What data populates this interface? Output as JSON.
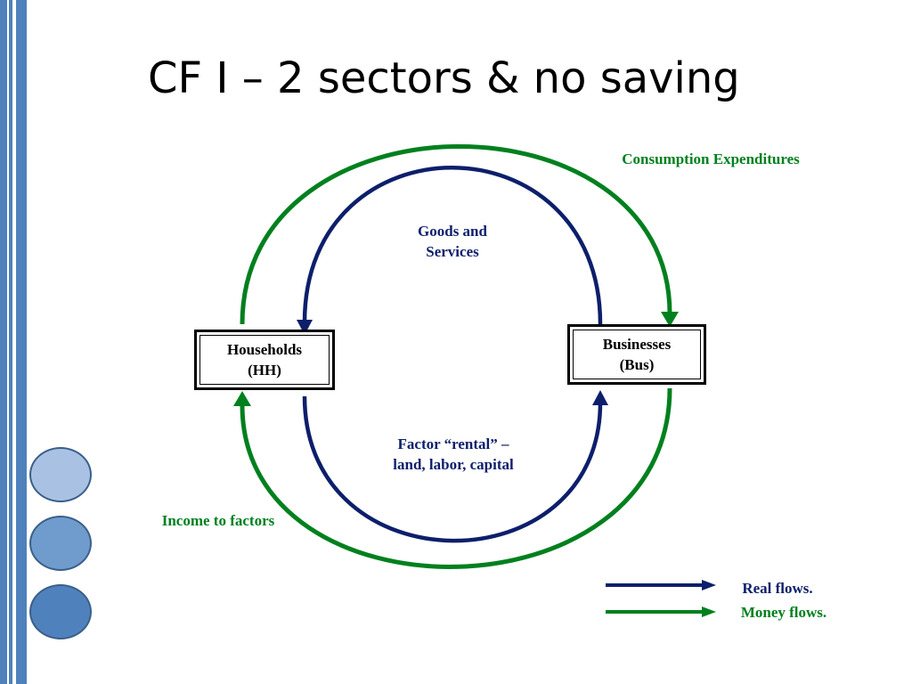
{
  "slide": {
    "title": "CF I – 2 sectors & no saving"
  },
  "diagram": {
    "households": {
      "line1": "Households",
      "line2": "(HH)"
    },
    "businesses": {
      "line1": "Businesses",
      "line2": "(Bus)"
    },
    "labels": {
      "consumption": "Consumption Expenditures",
      "goods_line1": "Goods and",
      "goods_line2": "Services",
      "factor_line1": "Factor “rental” –",
      "factor_line2": "land, labor, capital",
      "income": "Income to factors"
    },
    "colors": {
      "real_flow": "#0d1f6b",
      "money_flow": "#00801e",
      "accent_bar": "#4f81bd"
    }
  },
  "legend": {
    "real": "Real flows.",
    "money": "Money flows."
  }
}
